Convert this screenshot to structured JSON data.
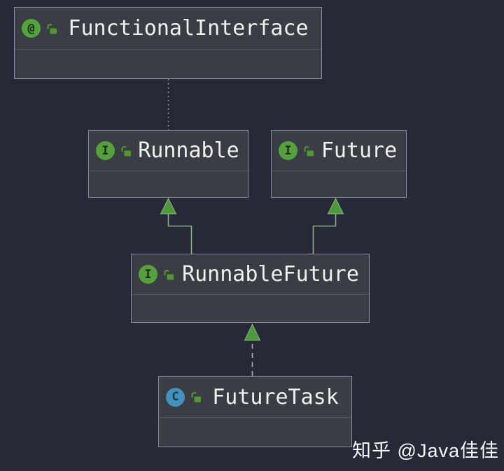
{
  "colors": {
    "background": "#252938",
    "node_fill": "#3a3e44",
    "node_border": "#878e9b",
    "divider": "#55585f",
    "label_text": "#f0f0f2",
    "icon_green": "#54a13d",
    "icon_blue": "#4192bc",
    "arrow_green": "#4d9a3c",
    "solid_edge": "#93ad85",
    "dashed_edge": "#a0a6ae",
    "dotted_edge": "#878e99"
  },
  "diagram": {
    "nodes": [
      {
        "label": "FunctionalInterface",
        "kind": "annotation",
        "icon_glyph": "@",
        "modifier_icon": "unlocked-padlock"
      },
      {
        "label": "Runnable",
        "kind": "interface",
        "icon_glyph": "I",
        "modifier_icon": "unlocked-padlock"
      },
      {
        "label": "Future",
        "kind": "interface",
        "icon_glyph": "I",
        "modifier_icon": "unlocked-padlock"
      },
      {
        "label": "RunnableFuture",
        "kind": "interface",
        "icon_glyph": "I",
        "modifier_icon": "unlocked-padlock"
      },
      {
        "label": "FutureTask",
        "kind": "class",
        "icon_glyph": "C",
        "modifier_icon": "unlocked-padlock"
      }
    ],
    "edges": [
      {
        "from": "FunctionalInterface",
        "to": "Runnable",
        "type": "annotation-link",
        "style": "dotted"
      },
      {
        "from": "RunnableFuture",
        "to": "Runnable",
        "type": "extends",
        "style": "solid"
      },
      {
        "from": "RunnableFuture",
        "to": "Future",
        "type": "extends",
        "style": "solid"
      },
      {
        "from": "FutureTask",
        "to": "RunnableFuture",
        "type": "implements",
        "style": "dashed"
      }
    ]
  },
  "watermark": {
    "text": "知乎 @Java佳佳"
  }
}
